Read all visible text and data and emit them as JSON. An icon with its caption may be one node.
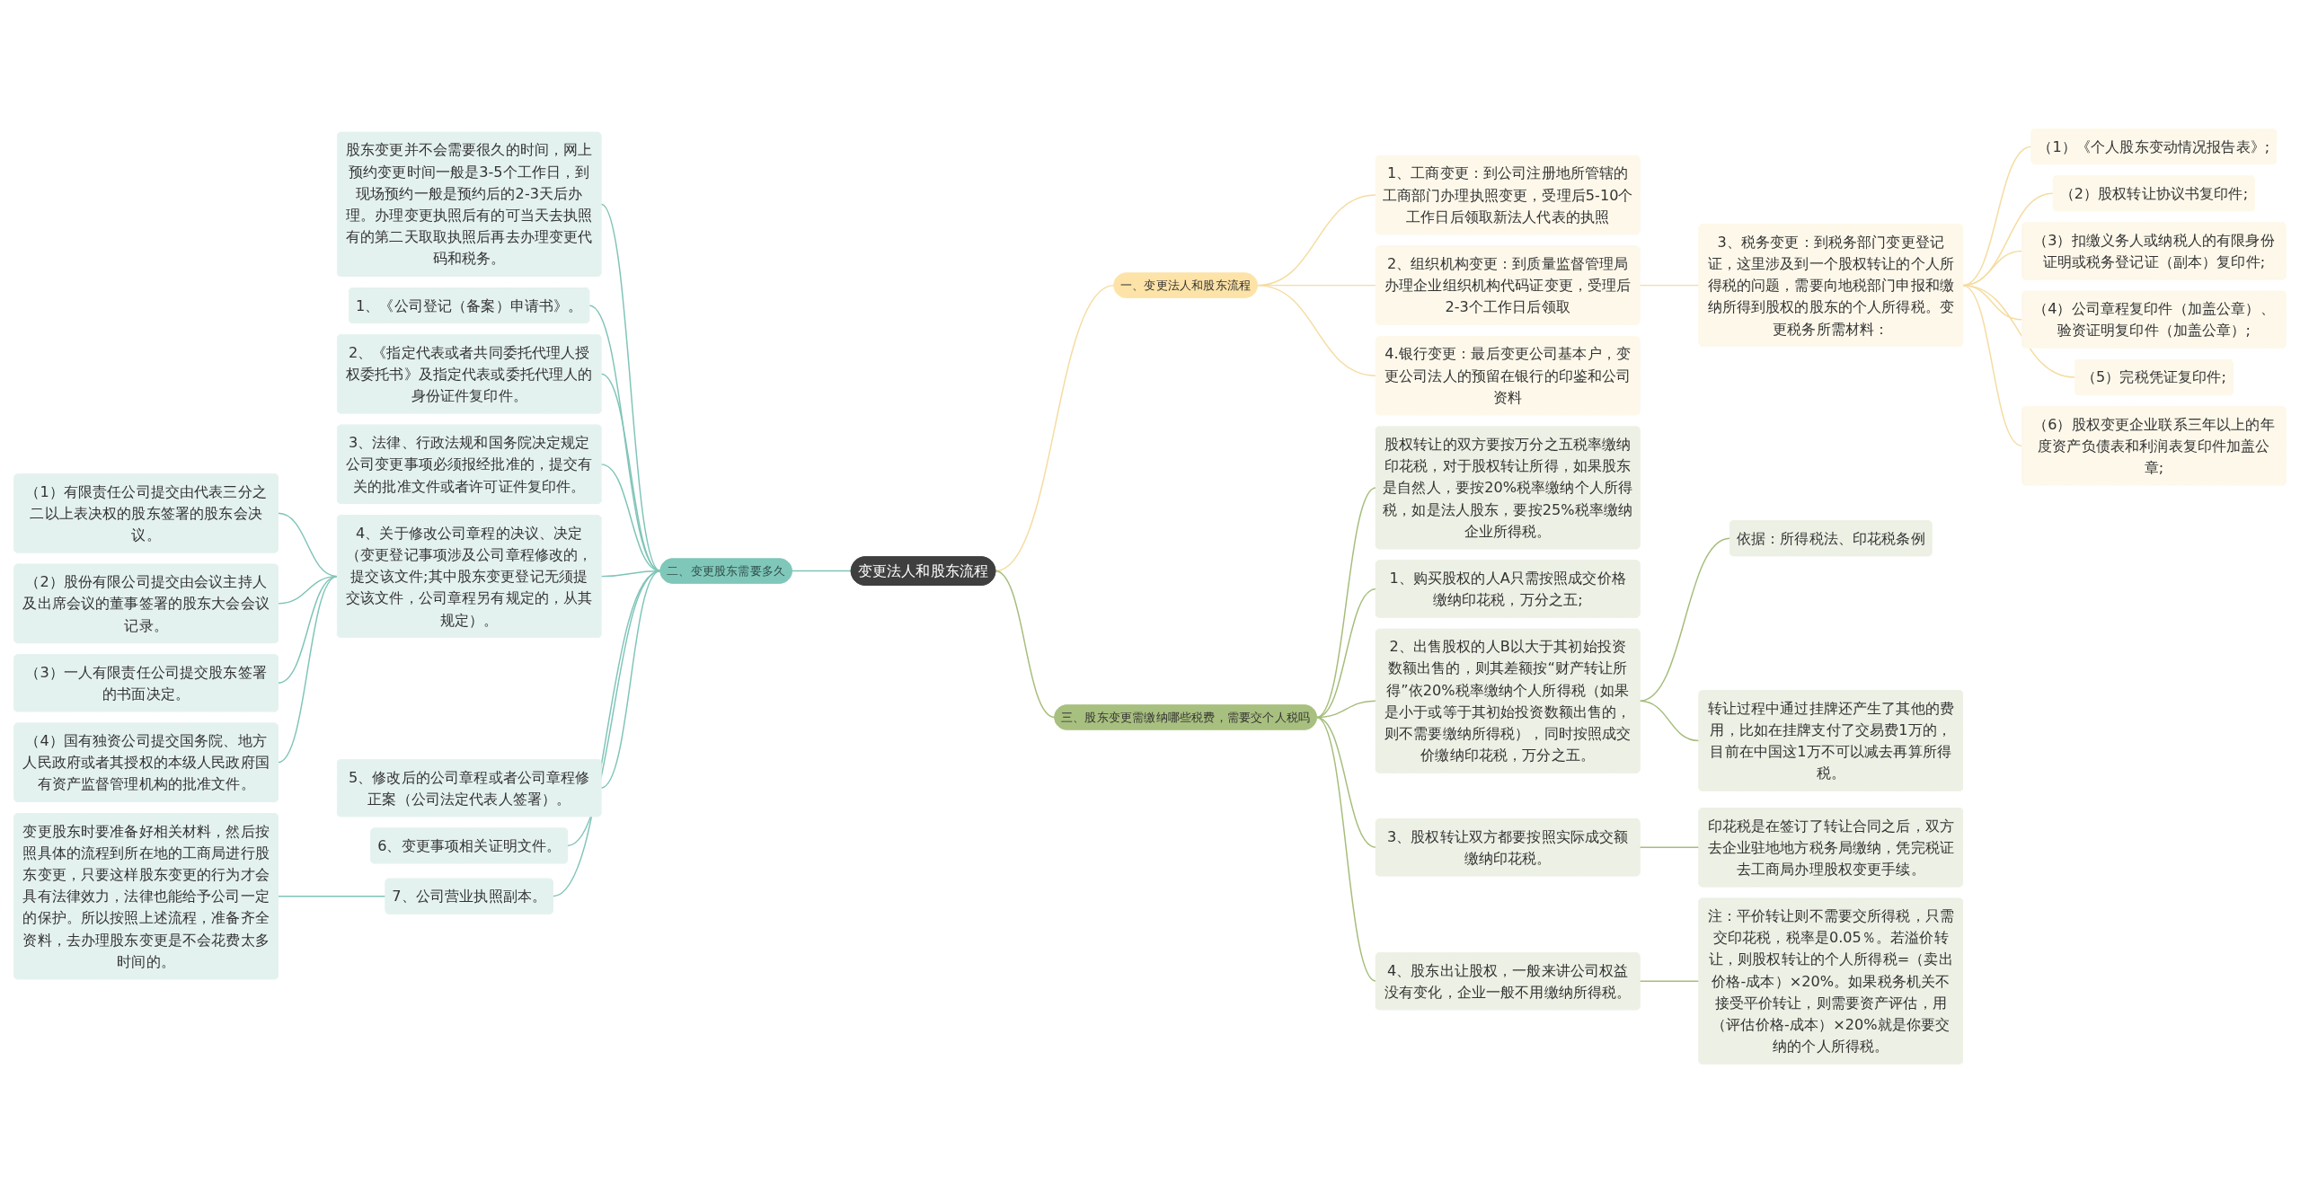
{
  "diagram": {
    "nodes": [
      {
        "text": [
          "变更法人和股东流程"
        ]
      },
      {
        "text": [
          "一、变更法人和股东流程"
        ]
      },
      {
        "text": [
          "1、工商变更：到公司注册地所管辖的工商部门办理执照变更，受理后5-10个工作日后领取新法人代表的执照"
        ]
      },
      {
        "text": [
          "2、组织机构变更：到质量监督管理局办理企业组织机构代码证变更，受理后2-3个工作日后领取"
        ]
      },
      {
        "text": [
          "3、税务变更：到税务部门变更登记证，这里涉及到一个股权转让的个人所得税的问题，需要向地税部门申报和缴纳所得到股权的股东的个人所得税。变更税务所需材料："
        ]
      },
      {
        "text": [
          "（1）《个人股东变动情况报告表》;"
        ]
      },
      {
        "text": [
          "（2）股权转让协议书复印件;"
        ]
      },
      {
        "text": [
          "（3）扣缴义务人或纳税人的有限身份证明或税务登记证（副本）复印件;"
        ]
      },
      {
        "text": [
          "（4）公司章程复印件（加盖公章）、验资证明复印件（加盖公章）;"
        ]
      },
      {
        "text": [
          "（5）完税凭证复印件;"
        ]
      },
      {
        "text": [
          "（6）股权变更企业联系三年以上的年度资产负债表和利润表复印件加盖公章;"
        ]
      },
      {
        "text": [
          "4.银行变更：最后变更公司基本户，变更公司法人的预留在银行的印鉴和公司资料"
        ]
      },
      {
        "text": [
          "二、变更股东需要多久"
        ]
      },
      {
        "text": [
          "股东变更并不会需要很久的时间，网上预约变更时间一般是3-5个工作日，到现场预约一般是预约后的2-3天后办理。办理变更执照后有的可当天去执照有的第二天取取执照后再去办理变更代码和税务。"
        ]
      },
      {
        "text": [
          "1、《公司登记（备案）申请书》。"
        ]
      },
      {
        "text": [
          "2、《指定代表或者共同委托代理人授权委托书》及指定代表或委托代理人的身份证件复印件。"
        ]
      },
      {
        "text": [
          "3、法律、行政法规和国务院决定规定公司变更事项必须报经批准的，提交有关的批准文件或者许可证件复印件。"
        ]
      },
      {
        "text": [
          "4、关于修改公司章程的决议、决定（变更登记事项涉及公司章程修改的，提交该文件;其中股东变更登记无须提交该文件，公司章程另有规定的，从其规定）。"
        ]
      },
      {
        "text": [
          "（1）有限责任公司提交由代表三分之二以上表决权的股东签署的股东会决议。"
        ]
      },
      {
        "text": [
          "（2）股份有限公司提交由会议主持人及出席会议的董事签署的股东大会会议记录。"
        ]
      },
      {
        "text": [
          "（3）一人有限责任公司提交股东签署的书面决定。"
        ]
      },
      {
        "text": [
          "（4）国有独资公司提交国务院、地方人民政府或者其授权的本级人民政府国有资产监督管理机构的批准文件。"
        ]
      },
      {
        "text": [
          "5、修改后的公司章程或者公司章程修正案（公司法定代表人签署）。"
        ]
      },
      {
        "text": [
          "6、变更事项相关证明文件。"
        ]
      },
      {
        "text": [
          "7、公司营业执照副本。"
        ]
      },
      {
        "text": [
          "变更股东时要准备好相关材料，然后按照具体的流程到所在地的工商局进行股东变更，只要这样股东变更的行为才会具有法律效力，法律也能给予公司一定的保护。所以按照上述流程，准备齐全资料，去办理股东变更是不会花费太多时间的。"
        ]
      },
      {
        "text": [
          "三、股东变更需缴纳哪些税费，需要交个人税吗"
        ]
      },
      {
        "text": [
          "股权转让的双方要按万分之五税率缴纳印花税，对于股权转让所得，如果股东是自然人，要按20%税率缴纳个人所得税，如是法人股东，要按25%税率缴纳企业所得税。"
        ]
      },
      {
        "text": [
          "1、购买股权的人A只需按照成交价格缴纳印花税，万分之五;"
        ]
      },
      {
        "text": [
          "2、出售股权的人B以大于其初始投资数额出售的，则其差额按“财产转让所得”依20%税率缴纳个人所得税（如果是小于或等于其初始投资数额出售的，则不需要缴纳所得税），同时按照成交价缴纳印花税，万分之五。"
        ]
      },
      {
        "text": [
          "依据：所得税法、印花税条例"
        ]
      },
      {
        "text": [
          "转让过程中通过挂牌还产生了其他的费用，比如在挂牌支付了交易费1万的，目前在中国这1万不可以减去再算所得税。"
        ]
      },
      {
        "text": [
          "3、股权转让双方都要按照实际成交额缴纳印花税。"
        ]
      },
      {
        "text": [
          "印花税是在签订了转让合同之后，双方去企业驻地地方税务局缴纳，凭完税证去工商局办理股权变更手续。"
        ]
      },
      {
        "text": [
          "4、股东出让股权，一般来讲公司权益没有变化，企业一般不用缴纳所得税。"
        ]
      },
      {
        "text": [
          "注：平价转让则不需要交所得税，只需交印花税，税率是0.05％。若溢价转让，则股权转让的个人所得税=（卖出价格-成本）×20%。如果税务机关不接受平价转让，则需要资产评估，用（评估价格-成本）×20%就是你要交纳的个人所得税。"
        ]
      }
    ],
    "edges": [
      {
        "from": 0,
        "to": 1,
        "arrow": "none",
        "color": "#f5dca0"
      },
      {
        "from": 1,
        "to": 2,
        "arrow": "none",
        "color": "#f5dca0"
      },
      {
        "from": 1,
        "to": 3,
        "arrow": "none",
        "color": "#f5dca0"
      },
      {
        "from": 3,
        "to": 4,
        "arrow": "none",
        "color": "#f5dca0"
      },
      {
        "from": 4,
        "to": 5,
        "arrow": "none",
        "color": "#f5dca0"
      },
      {
        "from": 4,
        "to": 6,
        "arrow": "none",
        "color": "#f5dca0"
      },
      {
        "from": 4,
        "to": 7,
        "arrow": "none",
        "color": "#f5dca0"
      },
      {
        "from": 4,
        "to": 8,
        "arrow": "none",
        "color": "#f5dca0"
      },
      {
        "from": 4,
        "to": 9,
        "arrow": "none",
        "color": "#f5dca0"
      },
      {
        "from": 4,
        "to": 10,
        "arrow": "none",
        "color": "#f5dca0"
      },
      {
        "from": 1,
        "to": 11,
        "arrow": "none",
        "color": "#f5dca0"
      },
      {
        "from": 12,
        "to": 0,
        "arrow": "none"
      },
      {
        "from": 13,
        "to": 12,
        "arrow": "none"
      },
      {
        "from": 14,
        "to": 12,
        "arrow": "none"
      },
      {
        "from": 15,
        "to": 12,
        "arrow": "none"
      },
      {
        "from": 16,
        "to": 12,
        "arrow": "none"
      },
      {
        "from": 17,
        "to": 12,
        "arrow": "none"
      },
      {
        "from": 18,
        "to": 17,
        "arrow": "none"
      },
      {
        "from": 19,
        "to": 17,
        "arrow": "none"
      },
      {
        "from": 20,
        "to": 17,
        "arrow": "none"
      },
      {
        "from": 21,
        "to": 17,
        "arrow": "none"
      },
      {
        "from": 22,
        "to": 12,
        "arrow": "none"
      },
      {
        "from": 23,
        "to": 12,
        "arrow": "none"
      },
      {
        "from": 24,
        "to": 12,
        "arrow": "none"
      },
      {
        "from": 25,
        "to": 24,
        "arrow": "none"
      },
      {
        "from": 0,
        "to": 26,
        "arrow": "none",
        "color": "#a5bd7a"
      },
      {
        "from": 26,
        "to": 27,
        "arrow": "none",
        "color": "#a5bd7a"
      },
      {
        "from": 26,
        "to": 28,
        "arrow": "none",
        "color": "#a5bd7a"
      },
      {
        "from": 26,
        "to": 29,
        "arrow": "none",
        "color": "#a5bd7a"
      },
      {
        "from": 29,
        "to": 30,
        "arrow": "none",
        "color": "#a5bd7a"
      },
      {
        "from": 29,
        "to": 31,
        "arrow": "none",
        "color": "#a5bd7a"
      },
      {
        "from": 26,
        "to": 32,
        "arrow": "none",
        "color": "#a5bd7a"
      },
      {
        "from": 32,
        "to": 33,
        "arrow": "none",
        "color": "#a5bd7a"
      },
      {
        "from": 26,
        "to": 34,
        "arrow": "none",
        "color": "#a5bd7a"
      },
      {
        "from": 34,
        "to": 35,
        "arrow": "none",
        "color": "#a5bd7a"
      }
    ]
  }
}
